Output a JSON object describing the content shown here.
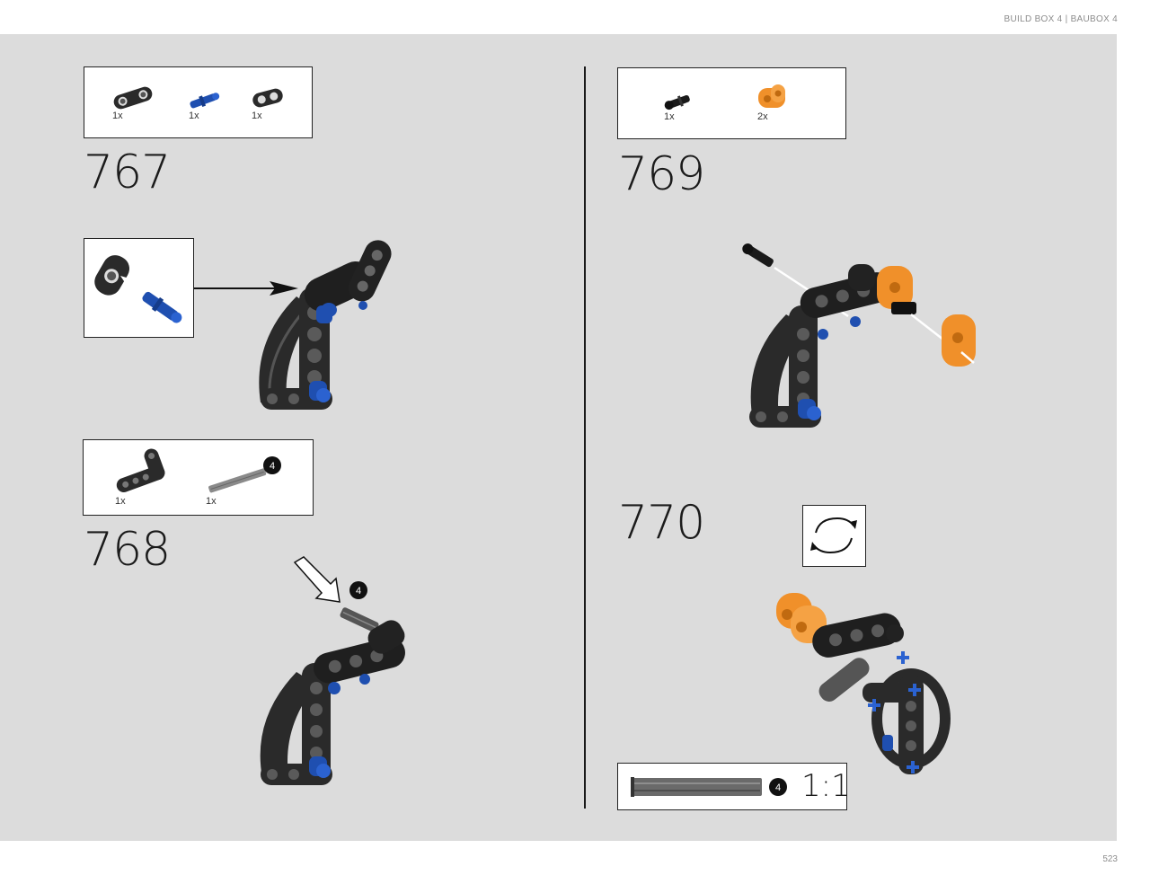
{
  "header": {
    "text": "BUILD BOX 4  |  BAUBOX 4"
  },
  "page_number": "523",
  "steps": [
    {
      "number": "767",
      "parts": [
        {
          "icon": "black-beam-2-icon",
          "qty": "1x"
        },
        {
          "icon": "blue-axle-pin-icon",
          "qty": "1x"
        },
        {
          "icon": "black-connector-icon",
          "qty": "1x"
        }
      ]
    },
    {
      "number": "768",
      "parts": [
        {
          "icon": "black-angled-beam-icon",
          "qty": "1x"
        },
        {
          "icon": "grey-axle-icon",
          "qty": "1x",
          "badge": "4"
        }
      ],
      "assembly_badge": "4"
    },
    {
      "number": "769",
      "parts": [
        {
          "icon": "black-axle-pin-icon",
          "qty": "1x"
        },
        {
          "icon": "orange-connector-icon",
          "qty": "2x"
        }
      ]
    },
    {
      "number": "770",
      "reference": {
        "icon": "grey-axle-icon",
        "badge": "4",
        "scale": "1:1"
      }
    }
  ],
  "colors": {
    "background": "#dcdcdc",
    "lego_black": "#2a2a2a",
    "lego_blue": "#1f4fb0",
    "lego_orange": "#f0902a",
    "lego_grey": "#8a8a8a"
  }
}
